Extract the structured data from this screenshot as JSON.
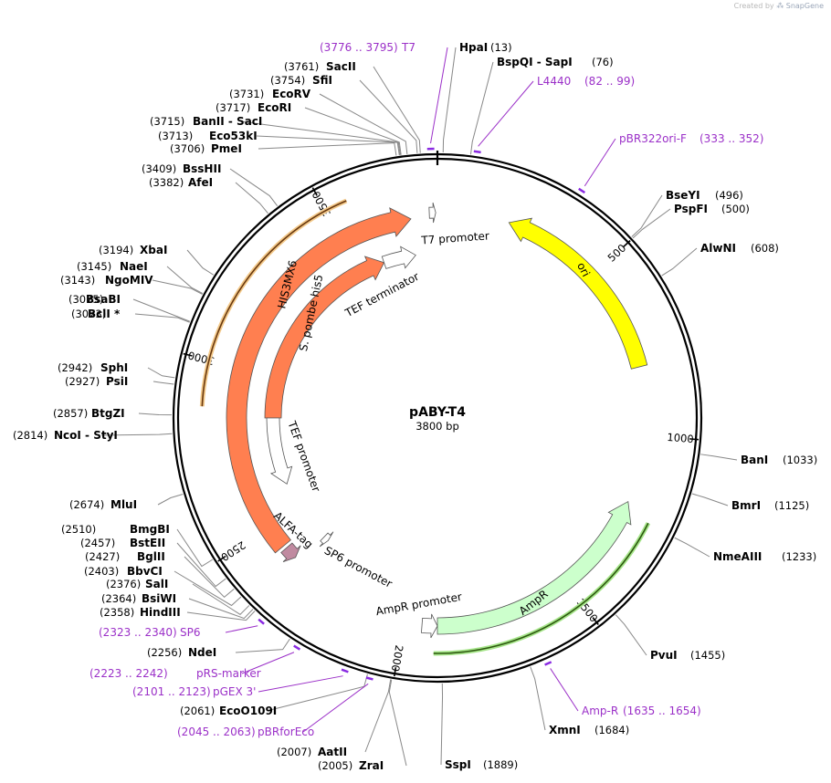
{
  "credit": {
    "prefix": "Created by",
    "brand": "SnapGene"
  },
  "plasmid": {
    "name": "pABY-T4",
    "length_label": "3800 bp",
    "length": 3800
  },
  "ticks": [
    {
      "label": "500",
      "pos": 500
    },
    {
      "label": "1000",
      "pos": 1000
    },
    {
      "label": "1500",
      "pos": 1500
    },
    {
      "label": "2000",
      "pos": 2000
    },
    {
      "label": "2500",
      "pos": 2500
    },
    {
      "label": "3000",
      "pos": 3000
    },
    {
      "label": "3500",
      "pos": 3500
    }
  ],
  "features": [
    {
      "name": "T7 promoter",
      "start": 3776,
      "end": 3795,
      "color": "#ffffff",
      "label": "T7 promoter"
    },
    {
      "name": "ori",
      "start": 212,
      "end": 800,
      "color": "#ffff00",
      "label": "ori"
    },
    {
      "name": "AmpR",
      "start": 1200,
      "end": 1900,
      "color": "#ccffcc",
      "label": "AmpR"
    },
    {
      "name": "AmpR promoter",
      "start": 1900,
      "end": 1945,
      "color": "#ffffff",
      "label": "AmpR promoter"
    },
    {
      "name": "SP6 promoter",
      "start": 2340,
      "end": 2360,
      "color": "#ffffff",
      "label": "SP6 promoter"
    },
    {
      "name": "ALFA-tag",
      "start": 2380,
      "end": 2420,
      "color": "#c08aa0",
      "label": "ALFA-tag"
    },
    {
      "name": "HIS3MX6",
      "start": 2430,
      "end": 3720,
      "color": "#ff7f50",
      "label": "HIS3MX6"
    },
    {
      "name": "S. pombe his5",
      "start": 2850,
      "end": 3600,
      "color": "#ff7f50",
      "label": "S. pombe his5"
    },
    {
      "name": "TEF promoter",
      "start": 2600,
      "end": 2850,
      "color": "#ffffff",
      "label": "TEF promoter"
    },
    {
      "name": "TEF terminator",
      "start": 3600,
      "end": 3720,
      "color": "#ffffff",
      "label": "TEF terminator"
    }
  ],
  "enzymes": [
    {
      "name": "HpaI",
      "pos_label": "(13)",
      "pos": 13
    },
    {
      "name": "BspQI - SapI",
      "pos_label": "(76)",
      "pos": 76
    },
    {
      "name": "BseYI",
      "pos_label": "(496)",
      "pos": 496
    },
    {
      "name": "PspFI",
      "pos_label": "(500)",
      "pos": 500
    },
    {
      "name": "AlwNI",
      "pos_label": "(608)",
      "pos": 608
    },
    {
      "name": "BanI",
      "pos_label": "(1033)",
      "pos": 1033
    },
    {
      "name": "BmrI",
      "pos_label": "(1125)",
      "pos": 1125
    },
    {
      "name": "NmeAIII",
      "pos_label": "(1233)",
      "pos": 1233
    },
    {
      "name": "PvuI",
      "pos_label": "(1455)",
      "pos": 1455
    },
    {
      "name": "XmnI",
      "pos_label": "(1684)",
      "pos": 1684
    },
    {
      "name": "SspI",
      "pos_label": "(1889)",
      "pos": 1889
    },
    {
      "name": "ZraI",
      "pos_label": "(2005)",
      "pos": 2005
    },
    {
      "name": "AatII",
      "pos_label": "(2007)",
      "pos": 2007
    },
    {
      "name": "EcoO109I",
      "pos_label": "(2061)",
      "pos": 2061
    },
    {
      "name": "NdeI",
      "pos_label": "(2256)",
      "pos": 2256
    },
    {
      "name": "HindIII",
      "pos_label": "(2358)",
      "pos": 2358
    },
    {
      "name": "BsiWI",
      "pos_label": "(2364)",
      "pos": 2364
    },
    {
      "name": "SalI",
      "pos_label": "(2376)",
      "pos": 2376
    },
    {
      "name": "BbvCI",
      "pos_label": "(2403)",
      "pos": 2403
    },
    {
      "name": "BglII",
      "pos_label": "(2427)",
      "pos": 2427
    },
    {
      "name": "BstEII",
      "pos_label": "(2457)",
      "pos": 2457
    },
    {
      "name": "BmgBI",
      "pos_label": "(2510)",
      "pos": 2510
    },
    {
      "name": "MluI",
      "pos_label": "(2674)",
      "pos": 2674
    },
    {
      "name": "NcoI - StyI",
      "pos_label": "(2814)",
      "pos": 2814
    },
    {
      "name": "BtgZI",
      "pos_label": "(2857)",
      "pos": 2857
    },
    {
      "name": "PsiI",
      "pos_label": "(2927)",
      "pos": 2927
    },
    {
      "name": "SphI",
      "pos_label": "(2942)",
      "pos": 2942
    },
    {
      "name": "BclI *",
      "pos_label": "(3073)",
      "pos": 3073
    },
    {
      "name": "BsaBI",
      "pos_label": "(3075)",
      "pos": 3075
    },
    {
      "name": "NgoMIV",
      "pos_label": "(3143)",
      "pos": 3143
    },
    {
      "name": "NaeI",
      "pos_label": "(3145)",
      "pos": 3145
    },
    {
      "name": "XbaI",
      "pos_label": "(3194)",
      "pos": 3194
    },
    {
      "name": "AfeI",
      "pos_label": "(3382)",
      "pos": 3382
    },
    {
      "name": "BssHII",
      "pos_label": "(3409)",
      "pos": 3409
    },
    {
      "name": "PmeI",
      "pos_label": "(3706)",
      "pos": 3706
    },
    {
      "name": "Eco53kI",
      "pos_label": "(3713)",
      "pos": 3713
    },
    {
      "name": "BanII - SacI",
      "pos_label": "(3715)",
      "pos": 3715
    },
    {
      "name": "EcoRI",
      "pos_label": "(3717)",
      "pos": 3717
    },
    {
      "name": "EcoRV",
      "pos_label": "(3731)",
      "pos": 3731
    },
    {
      "name": "SfiI",
      "pos_label": "(3754)",
      "pos": 3754
    },
    {
      "name": "SacII",
      "pos_label": "(3761)",
      "pos": 3761
    }
  ],
  "primers": [
    {
      "name": "T7",
      "range": "(3776 .. 3795)",
      "pos": 3785
    },
    {
      "name": "L4440",
      "range": "(82 .. 99)",
      "pos": 90
    },
    {
      "name": "pBR322ori-F",
      "range": "(333 .. 352)",
      "pos": 342
    },
    {
      "name": "Amp-R",
      "range": "(1635 .. 1654)",
      "pos": 1644
    },
    {
      "name": "SP6",
      "range": "(2323 .. 2340)",
      "pos": 2331
    },
    {
      "name": "pRS-marker",
      "range": "(2223 .. 2242)",
      "pos": 2232
    },
    {
      "name": "pGEX 3'",
      "range": "(2101 .. 2123)",
      "pos": 2112
    },
    {
      "name": "pBRforEco",
      "range": "(2045 .. 2063)",
      "pos": 2054
    }
  ],
  "colors": {
    "backbone": "#000000",
    "primer": "#9b30c8",
    "primer_bind": "#8a2be2",
    "orange": "#ff7f50",
    "yellow": "#ffff00",
    "green": "#ccffcc"
  }
}
